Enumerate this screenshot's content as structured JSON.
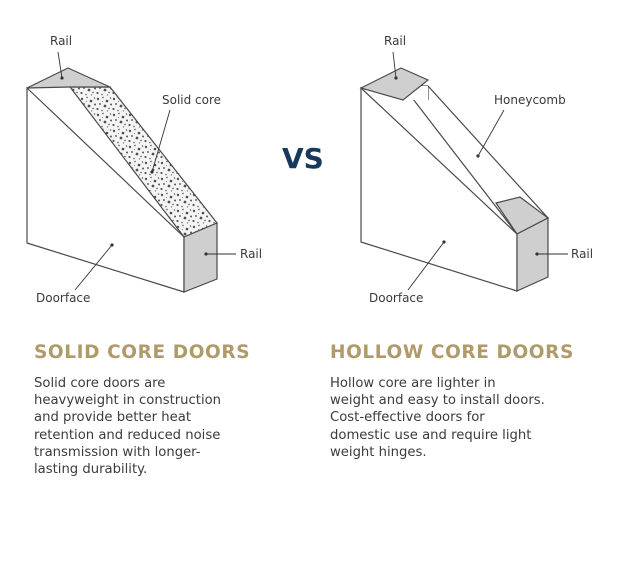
{
  "left_diagram": {
    "label_rail_top": "Rail",
    "label_core": "Solid core",
    "label_rail_side": "Rail",
    "label_doorface": "Doorface"
  },
  "right_diagram": {
    "label_rail_top": "Rail",
    "label_core": "Honeycomb",
    "label_rail_side": "Rail",
    "label_doorface": "Doorface"
  },
  "vs_label": "VS",
  "solid": {
    "title": "SOLID CORE DOORS",
    "description_lines": [
      "Solid core doors are",
      "heavyweight in construction",
      "and provide better heat",
      "retention and reduced noise",
      "transmission with longer-",
      "lasting durability."
    ]
  },
  "hollow": {
    "title": "HOLLOW CORE DOORS",
    "description_lines": [
      "Hollow core are lighter in",
      "weight and easy to install doors.",
      "Cost-effective doors for",
      "domestic use and require light",
      "weight hinges."
    ]
  },
  "colors": {
    "heading": "#b09a6a",
    "vs": "#18385c",
    "rail": "#cfcfcf",
    "outline": "#4a4a4a"
  }
}
